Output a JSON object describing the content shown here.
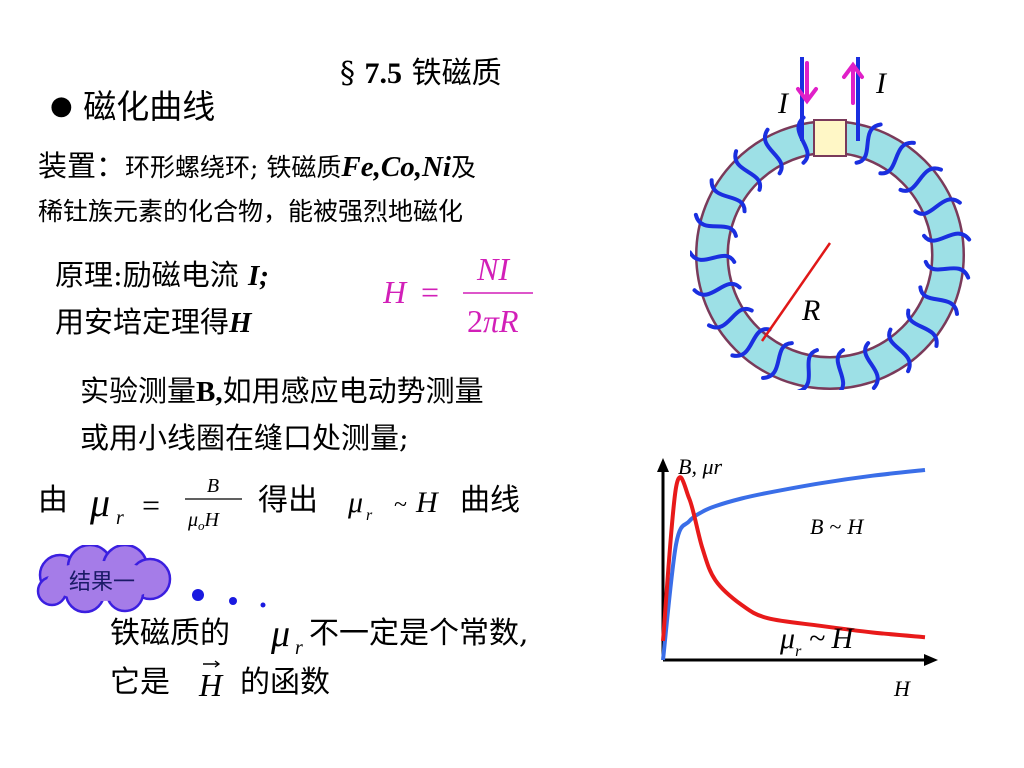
{
  "title": {
    "section": "§",
    "number": "7.5",
    "name": "铁磁质"
  },
  "bullet": {
    "symbol": "●",
    "text": "磁化曲线"
  },
  "device": {
    "label": "装置：",
    "line1_a": "环形螺绕环; 铁磁质",
    "line1_elements": "Fe,Co,Ni",
    "line1_b": "及",
    "line2": "稀钍族元素的化合物，能被强烈地磁化"
  },
  "principle": {
    "line1_a": "原理:励磁电流 ",
    "line1_var": "I;",
    "line2_a": "用安培定理得",
    "line2_var": "H"
  },
  "formula_H": {
    "lhs": "H",
    "eq": "=",
    "num": "NI",
    "den_a": "2",
    "den_pi": "π",
    "den_b": "R"
  },
  "measure": {
    "line1_a": "实验测量",
    "line1_var": "B,",
    "line1_b": "如用感应电动势测量",
    "line2": "或用小线圈在缝口处测量;"
  },
  "derive": {
    "prefix": "由",
    "mu": "μ",
    "sub_r": "r",
    "eq": "=",
    "frac_num": "B",
    "frac_den_mu": "μ",
    "frac_den_sub": "o",
    "frac_den_H": "H",
    "middle": "得出",
    "tilde": "~",
    "H": "H",
    "suffix": "曲线"
  },
  "result_label": "结果一",
  "conclusion": {
    "line1_a": "铁磁质的",
    "mu": "μ",
    "sub_r": "r",
    "line1_b": "不一定是个常数,",
    "line2_a": "它是",
    "H_vec": "H",
    "line2_b": "的函数"
  },
  "toroid_labels": {
    "current_left": "I",
    "current_right": "I",
    "radius": "R"
  },
  "chart_data": {
    "type": "line",
    "title": "",
    "ylabel": "B, μr",
    "xlabel": "H",
    "series": [
      {
        "name": "B ~ H",
        "color": "#3a6ee8",
        "x": [
          0,
          0.5,
          1,
          1.5,
          2,
          3,
          4,
          6,
          8,
          10
        ],
        "y": [
          0,
          6.1,
          7.3,
          7.8,
          8.1,
          8.5,
          8.8,
          9.3,
          9.7,
          10
        ]
      },
      {
        "name": "μr ~ H",
        "color": "#e81a1a",
        "x": [
          0,
          0.5,
          1,
          1.5,
          2,
          3,
          4,
          6,
          8,
          10
        ],
        "y": [
          1,
          9.1,
          8.5,
          5.9,
          4.2,
          2.9,
          2.2,
          1.8,
          1.45,
          1.2
        ]
      }
    ],
    "legend": [
      {
        "label_a": "B",
        "tilde": "~",
        "label_b": "H"
      },
      {
        "label_a": "μ",
        "sub": "r",
        "tilde": "~",
        "label_b": "H"
      }
    ]
  }
}
